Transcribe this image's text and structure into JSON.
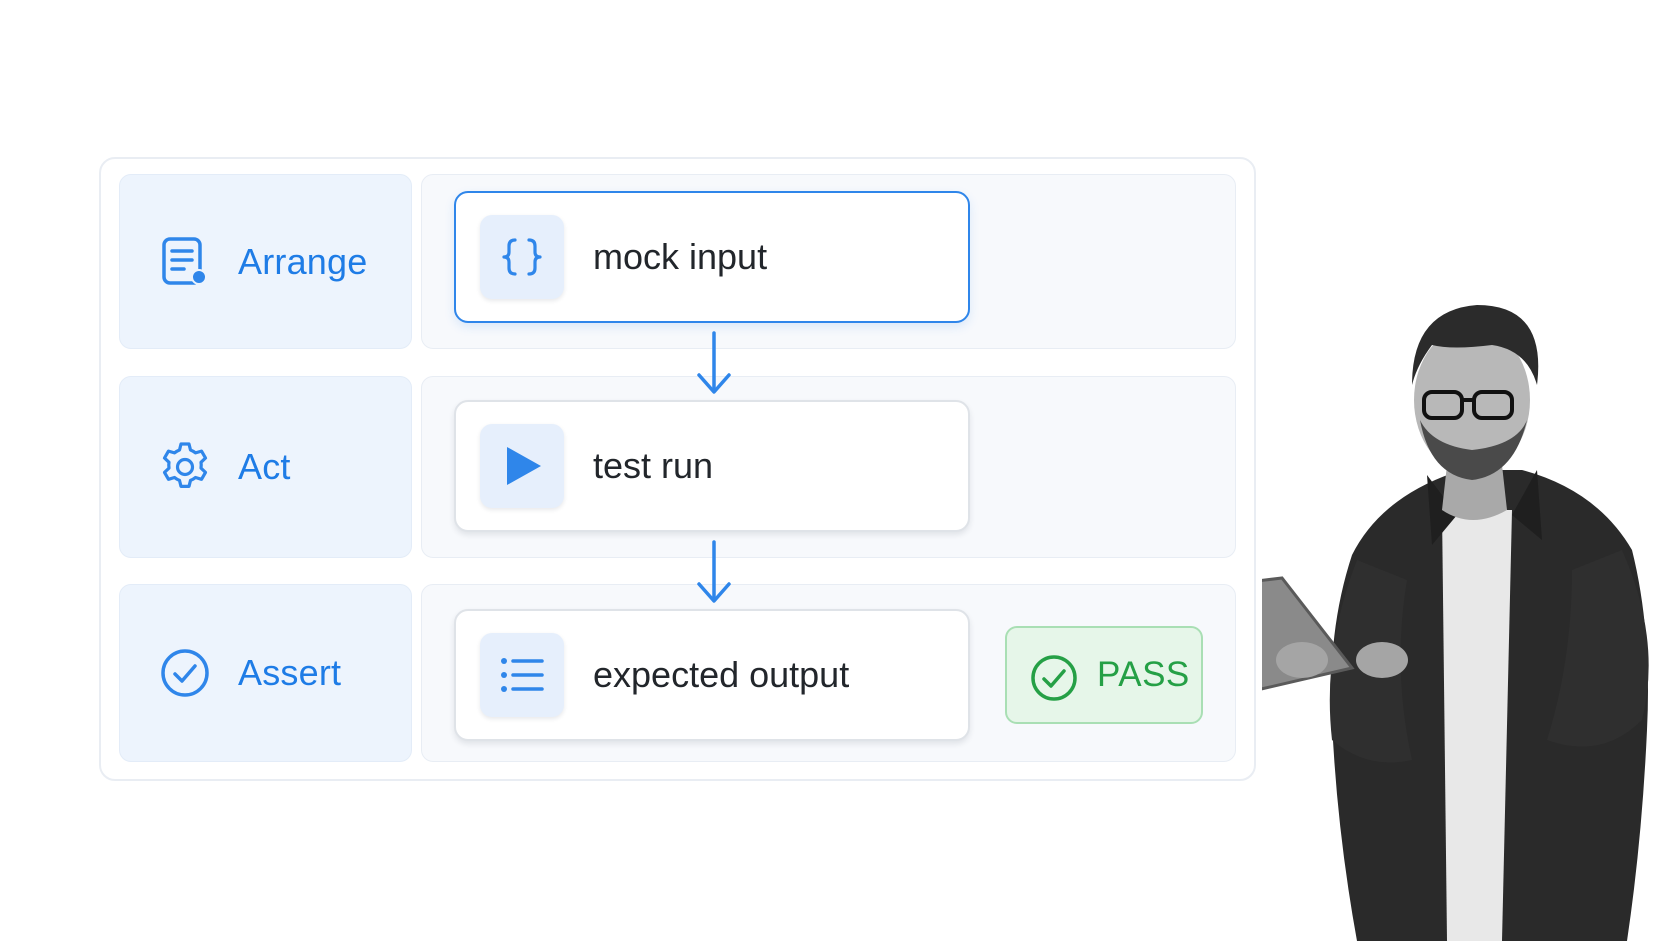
{
  "stages": [
    {
      "label": "Arrange",
      "icon": "document-icon"
    },
    {
      "label": "Act",
      "icon": "gear-icon"
    },
    {
      "label": "Assert",
      "icon": "check-circle-icon"
    }
  ],
  "steps": [
    {
      "label": "mock input",
      "icon": "curly-braces-icon",
      "active": true
    },
    {
      "label": "test run",
      "icon": "play-icon",
      "active": false
    },
    {
      "label": "expected output",
      "icon": "list-icon",
      "active": false
    }
  ],
  "result": {
    "label": "PASS",
    "icon": "check-circle-icon"
  },
  "colors": {
    "accent": "#1e7ce6",
    "pass_text": "#25a046",
    "pass_bg": "#e6f6e9",
    "label_bg": "#edf4fd"
  }
}
